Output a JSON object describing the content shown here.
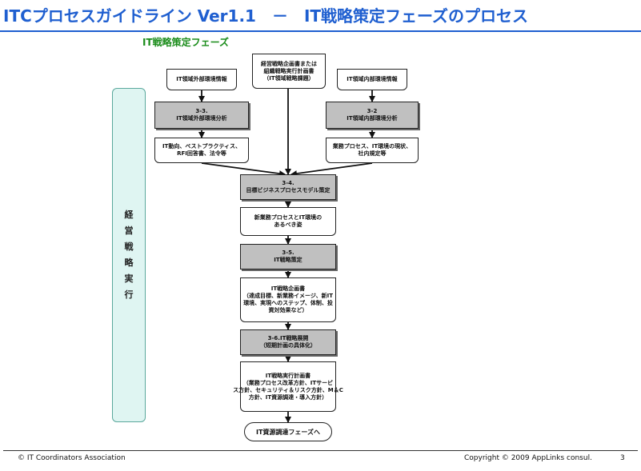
{
  "title": "ITCプロセスガイドライン Ver1.1　－　IT戦略策定フェーズのプロセス",
  "phase_label": "IT戦略策定フェーズ",
  "side_label": [
    "経",
    "営",
    "戦",
    "略",
    "実",
    "行"
  ],
  "nodes": {
    "ext_env_info": [
      "IT領域外部環境情報"
    ],
    "strategy_docs": [
      "経営戦略企画書または",
      "組織戦略実行計画書",
      "（IT領域戦略課題）"
    ],
    "int_env_info": [
      "IT領域内部環境情報"
    ],
    "ext_analysis": [
      "3-3.",
      "IT領域外部環境分析"
    ],
    "int_analysis": [
      "3-2",
      "IT領域内部環境分析"
    ],
    "ext_result": [
      "IT動向、ベストプラクティス、",
      "RFI回答書、法令等"
    ],
    "int_result": [
      "業務プロセス、IT環境の現状、",
      "社内規定等"
    ],
    "model_def": [
      "3-4.",
      "目標ビジネスプロセスモデル策定"
    ],
    "to_be": [
      "新業務プロセスとIT環境の",
      "あるべき姿"
    ],
    "it_strategy": [
      "3-5.",
      "IT戦略策定"
    ],
    "it_plan_doc": [
      "IT戦略企画書",
      "（達成目標、新業務イメージ、新IT",
      "環境、実現へのステップ、体制、投",
      "資対効果など）"
    ],
    "deploy": [
      "3-6.IT戦略展開",
      "（短期計画の具体化）"
    ],
    "exec_plan_doc": [
      "IT戦略実行計画書",
      "（業務プロセス改革方針、ITサービ",
      "ス方針、セキュリティ＆リスク方針、M＆C",
      "方針、IT資源調達・導入方針）"
    ],
    "next_phase": [
      "IT資源調達フェーズへ"
    ]
  },
  "footer": {
    "left": "© IT Coordinators Association",
    "right": "Copyright © 2009 AppLinks consul.",
    "page": "3"
  }
}
